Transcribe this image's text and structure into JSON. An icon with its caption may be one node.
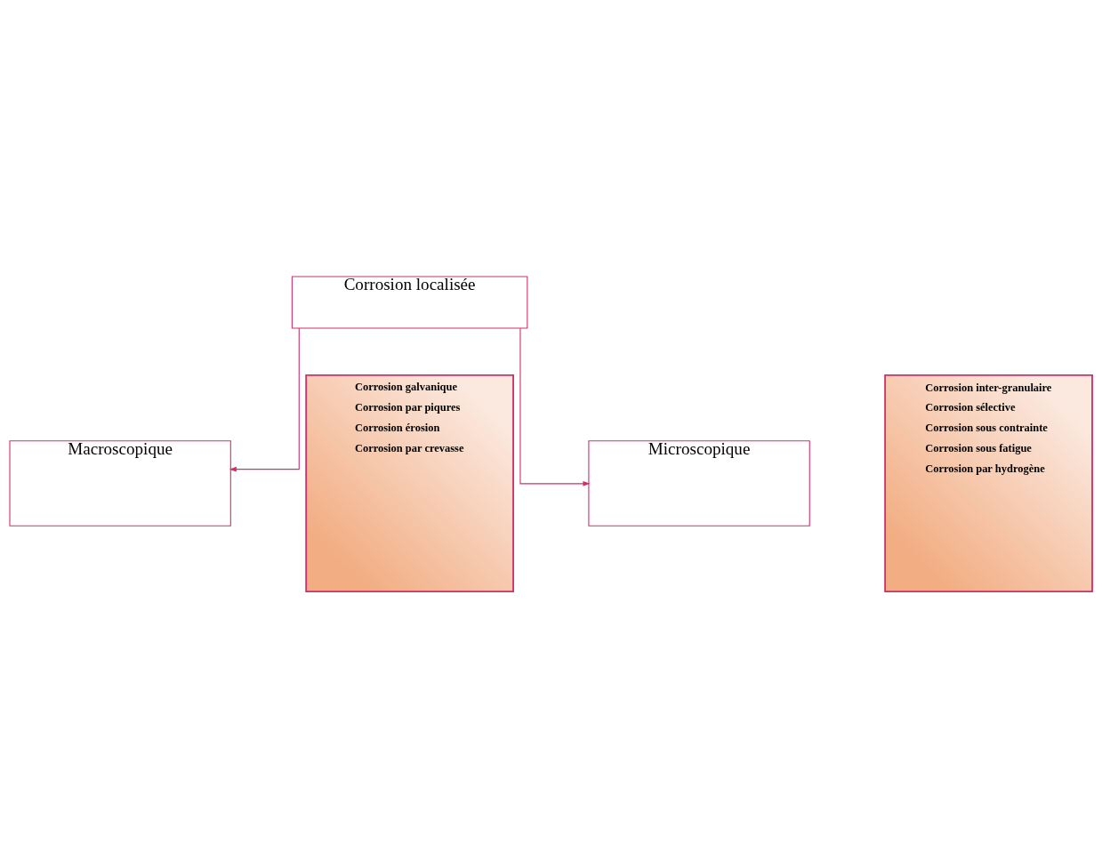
{
  "diagram": {
    "nodes": [
      {
        "text": [
          "Corrosion localisée"
        ]
      },
      {
        "text": [
          "Macroscopique"
        ]
      },
      {
        "text": [
          "Microscopique"
        ]
      },
      {
        "text": [
          "Corrosion galvanique",
          "Corrosion par piqures",
          "Corrosion érosion",
          "Corrosion par crevasse"
        ]
      },
      {
        "text": [
          "Corrosion inter-granulaire",
          "Corrosion sélective",
          "Corrosion sous contrainte",
          "Corrosion sous fatigue",
          "Corrosion par hydrogène"
        ]
      }
    ],
    "edges": [
      {
        "from": 0,
        "to": 1,
        "arrow": "to"
      },
      {
        "from": 0,
        "to": 2,
        "arrow": "to"
      }
    ]
  }
}
